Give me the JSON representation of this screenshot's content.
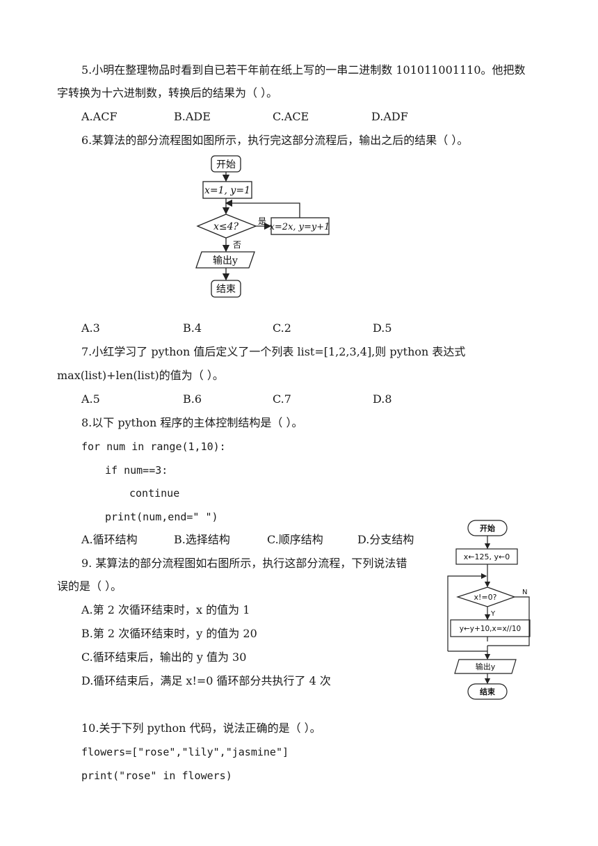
{
  "q5": {
    "line1": "5.小明在整理物品时看到自已若干年前在纸上写的一串二进制数 101011001110。他把数",
    "line2": "字转换为十六进制数，转换后的结果为（    ）。",
    "options": [
      "A.ACF",
      "B.ADE",
      "C.ACE",
      "D.ADF"
    ]
  },
  "q6": {
    "stem": "6.某算法的部分流程图如图所示，执行完这部分流程后，输出之后的结果（    ）。",
    "flow": {
      "start": "开始",
      "init": "x=1, y=1",
      "cond": "x≤4?",
      "yes": "是",
      "body": "x=2x, y=y+1",
      "no": "否",
      "output": "输出y",
      "end": "结束"
    },
    "options": [
      "A.3",
      "B.4",
      "C.2",
      "D.5"
    ]
  },
  "q7": {
    "line1": "7.小红学习了 python 值后定义了一个列表 list=[1,2,3,4],则 python 表达式",
    "line2": "max(list)+len(list)的值为（    ）。",
    "options": [
      "A.5",
      "B.6",
      "C.7",
      "D.8"
    ]
  },
  "q8": {
    "stem": "8.以下 python 程序的主体控制结构是（    ）。",
    "code": [
      "for num in range(1,10):",
      "if num==3:",
      "continue",
      "print(num,end=\" \")"
    ],
    "options": [
      "A.循环结构",
      "B.选择结构",
      "C.顺序结构",
      "D.分支结构"
    ]
  },
  "q9": {
    "line1": "9. 某算法的部分流程图如右图所示，执行这部分流程，下列说法错",
    "line2": "误的是（    ）。",
    "options": [
      "A.第 2 次循环结束时，x 的值为 1",
      "B.第 2 次循环结束时，y 的值为 20",
      "C.循环结束后，输出的 y 值为 30",
      "D.循环结束后，满足 x!=0 循环部分共执行了 4 次"
    ],
    "flow": {
      "start": "开始",
      "init": "x←125, y←0",
      "cond": "x!=0?",
      "no": "N",
      "yes": "Y",
      "body": "y←y+10,x=x//10",
      "output": "输出y",
      "end": "结束"
    }
  },
  "q10": {
    "stem": "10.关于下列 python 代码，说法正确的是（   ）。",
    "code": [
      "flowers=[\"rose\",\"lily\",\"jasmine\"]",
      "print(\"rose\" in flowers)"
    ]
  }
}
